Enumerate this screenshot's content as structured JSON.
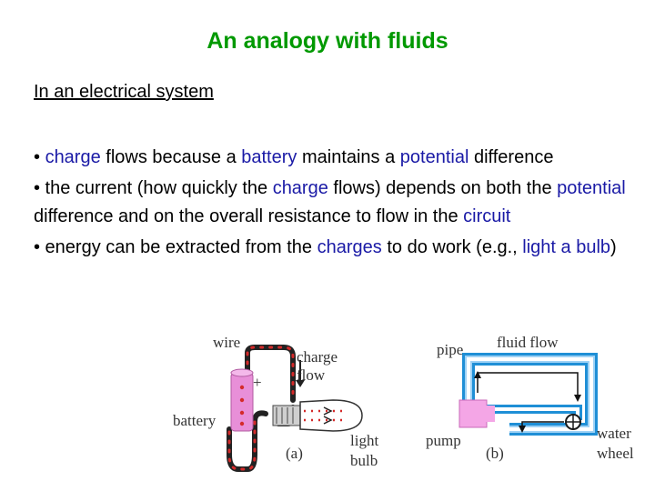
{
  "title": "An analogy with fluids",
  "subtitle": "In an electrical system",
  "bullets": [
    {
      "parts": [
        {
          "t": "• ",
          "k": false
        },
        {
          "t": "charge",
          "k": true
        },
        {
          "t": " flows because a ",
          "k": false
        },
        {
          "t": "battery",
          "k": true
        },
        {
          "t": " maintains a ",
          "k": false
        },
        {
          "t": "potential",
          "k": true
        },
        {
          "t": " difference",
          "k": false
        }
      ]
    },
    {
      "parts": [
        {
          "t": "• the current (how quickly the ",
          "k": false
        },
        {
          "t": "charge",
          "k": true
        },
        {
          "t": " flows) depends on both the ",
          "k": false
        },
        {
          "t": "potential",
          "k": true
        },
        {
          "t": " difference and on the overall resistance to flow in the ",
          "k": false
        },
        {
          "t": "circuit",
          "k": true
        }
      ]
    },
    {
      "parts": [
        {
          "t": "• energy can be extracted from the ",
          "k": false
        },
        {
          "t": "charges",
          "k": true
        },
        {
          "t": " to do work (e.g., ",
          "k": false
        },
        {
          "t": "light a bulb",
          "k": true
        },
        {
          "t": ")",
          "k": false
        }
      ]
    }
  ],
  "colors": {
    "title": "#009900",
    "keyword": "#1a1aa6",
    "pipe": "#1f8fd6",
    "battery": "#e88fd8",
    "wire_dots": "#d42a2a"
  },
  "diagram_a": {
    "wire": "wire",
    "charge": "charge",
    "flow": "flow",
    "plus": "+",
    "battery": "battery",
    "light": "light",
    "bulb": "bulb",
    "tag": "(a)"
  },
  "diagram_b": {
    "pipe": "pipe",
    "fluid_flow": "fluid flow",
    "pump": "pump",
    "water": "water",
    "wheel": "wheel",
    "tag": "(b)"
  }
}
